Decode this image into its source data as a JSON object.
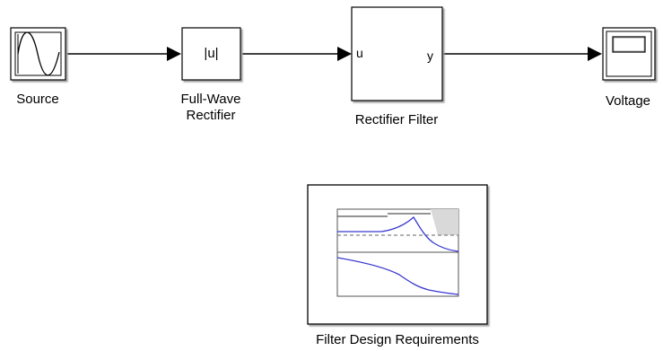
{
  "diagram": {
    "blocks": {
      "source": {
        "label": "Source",
        "icon": "sine-wave-icon"
      },
      "rectifier": {
        "label_line1": "Full-Wave",
        "label_line2": "Rectifier",
        "symbol": "|u|"
      },
      "filter": {
        "label": "Rectifier Filter",
        "input_port": "u",
        "output_port": "y"
      },
      "voltage": {
        "label": "Voltage",
        "icon": "scope-icon"
      },
      "requirements": {
        "label": "Filter Design Requirements",
        "icon": "bode-plot-icon"
      }
    },
    "colors": {
      "line": "#000000",
      "plot_curve": "#3a3ad0",
      "shaded_region": "#dcdcdc",
      "block_fill": "#ffffff"
    }
  }
}
